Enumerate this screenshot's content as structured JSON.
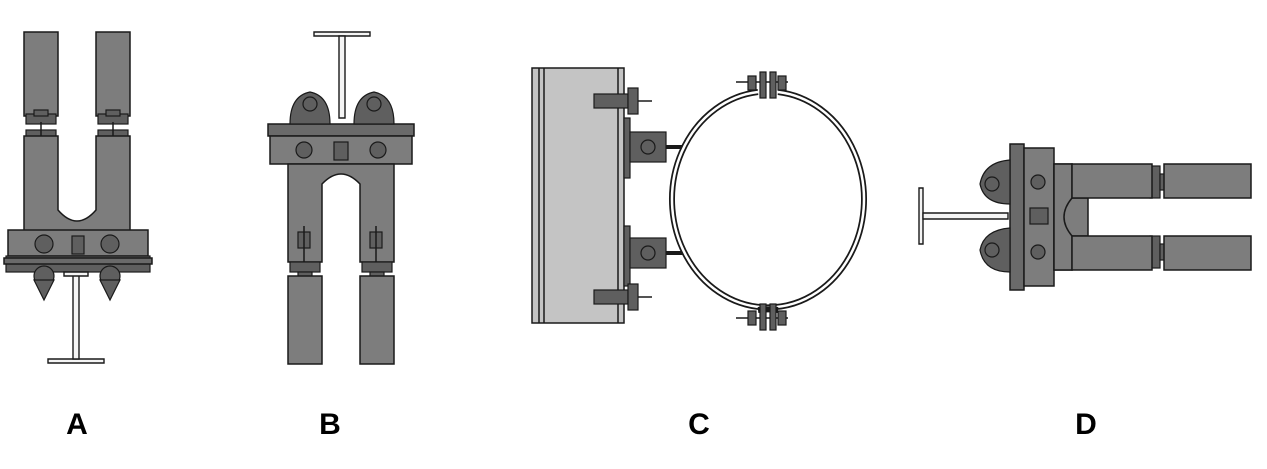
{
  "figure": {
    "panels": [
      {
        "label": "A"
      },
      {
        "label": "B"
      },
      {
        "label": "C"
      },
      {
        "label": "D"
      }
    ],
    "colors": {
      "steel": "#7d7d7d",
      "steel_dark": "#5f5f5f",
      "plate": "#c4c4c4",
      "beam_fill": "#f4f4f4",
      "outline": "#1a1a1a"
    }
  }
}
